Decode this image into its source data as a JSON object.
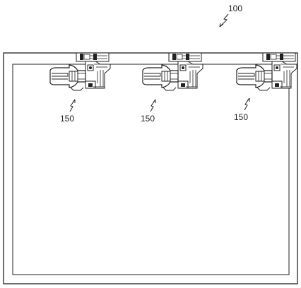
{
  "figure": {
    "reference_main": "100",
    "units": [
      {
        "label": "150"
      },
      {
        "label": "150"
      },
      {
        "label": "150"
      }
    ]
  },
  "colors": {
    "line": "#222222",
    "background": "#ffffff"
  }
}
